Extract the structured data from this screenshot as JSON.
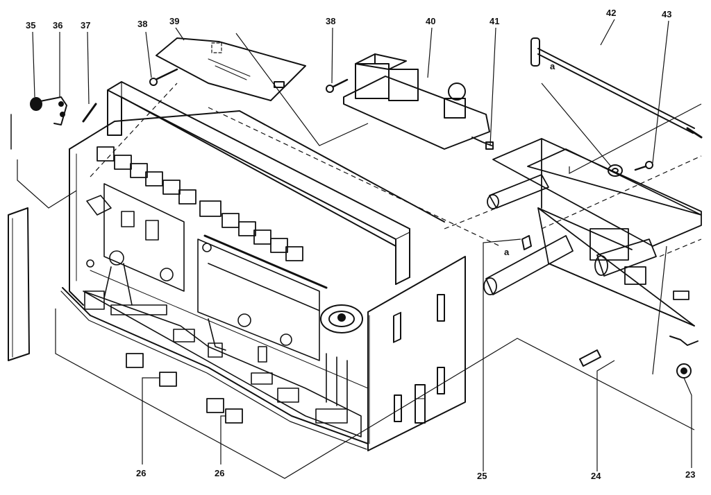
{
  "diagram": {
    "callouts": [
      {
        "id": "c35",
        "label": "35"
      },
      {
        "id": "c36",
        "label": "36"
      },
      {
        "id": "c37",
        "label": "37"
      },
      {
        "id": "c38a",
        "label": "38"
      },
      {
        "id": "c39",
        "label": "39"
      },
      {
        "id": "c38b",
        "label": "38"
      },
      {
        "id": "c40",
        "label": "40"
      },
      {
        "id": "c41",
        "label": "41"
      },
      {
        "id": "c42",
        "label": "42"
      },
      {
        "id": "c43",
        "label": "43"
      },
      {
        "id": "c26a",
        "label": "26"
      },
      {
        "id": "c26b",
        "label": "26"
      },
      {
        "id": "c25",
        "label": "25"
      },
      {
        "id": "c24",
        "label": "24"
      },
      {
        "id": "c23",
        "label": "23"
      }
    ],
    "markers": {
      "a_top": "a",
      "a_mid": "a"
    }
  }
}
